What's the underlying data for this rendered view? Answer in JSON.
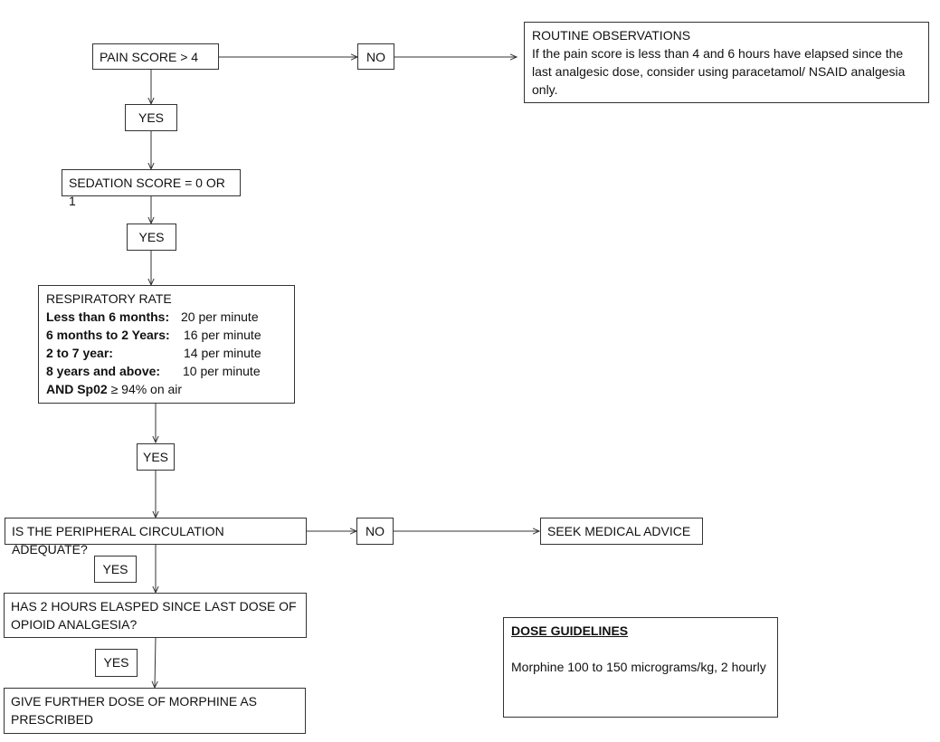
{
  "nodes": {
    "pain": "PAIN SCORE > 4",
    "no1": "NO",
    "routine": {
      "title": "ROUTINE OBSERVATIONS",
      "text": "If the pain score is less than 4 and 6 hours have elapsed since the last analgesic dose, consider using paracetamol/ NSAID analgesia only."
    },
    "yes1": "YES",
    "sedation": "SEDATION SCORE = 0 OR 1",
    "yes2": "YES",
    "resp": {
      "title": "RESPIRATORY RATE",
      "rows": [
        {
          "label": "Less than 6 months:",
          "value": "20 per minute"
        },
        {
          "label": "6 months to 2 Years:",
          "value": "16 per minute"
        },
        {
          "label": "2 to 7 year:",
          "value": "14 per minute"
        },
        {
          "label": "8 years and above:",
          "value": "10 per minute"
        }
      ],
      "spo2_bold": "AND Sp02",
      "spo2_rest": "≥ 94% on air"
    },
    "yes3": "YES",
    "circulation": "IS THE PERIPHERAL CIRCULATION ADEQUATE?",
    "no2": "NO",
    "seek": "SEEK MEDICAL ADVICE",
    "yes4": "YES",
    "elapsed": "HAS 2 HOURS ELASPED SINCE LAST DOSE OF OPIOID ANALGESIA?",
    "yes5": "YES",
    "give": "GIVE FURTHER DOSE OF MORPHINE AS PRESCRIBED",
    "dose": {
      "title": "DOSE GUIDELINES",
      "text": "Morphine 100 to 150 micrograms/kg, 2 hourly"
    }
  }
}
